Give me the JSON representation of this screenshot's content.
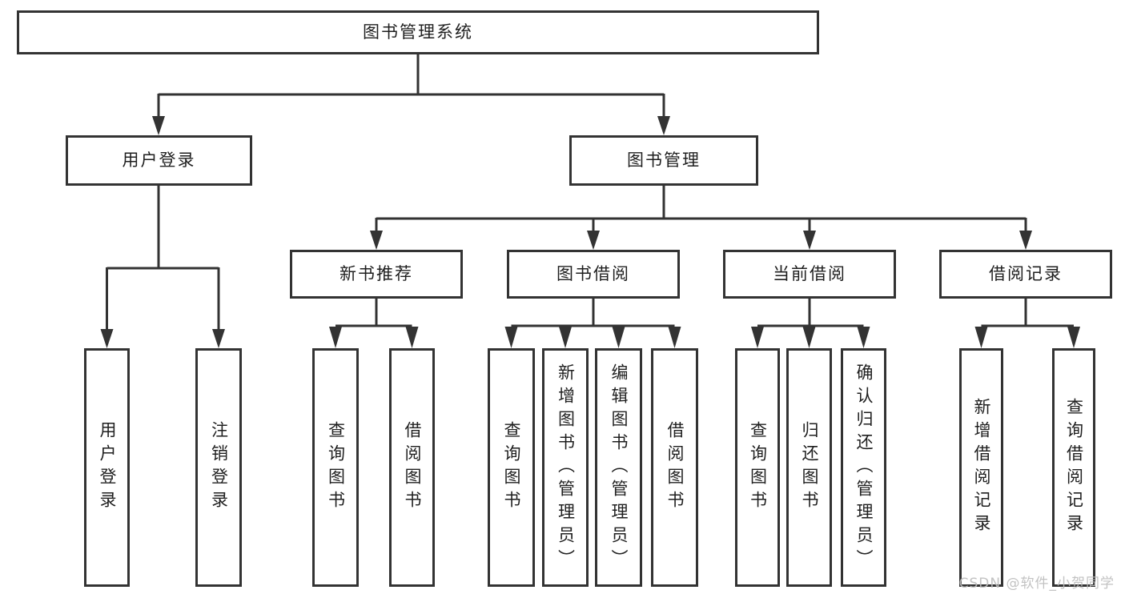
{
  "tree": {
    "label": "图书管理系统",
    "children": [
      {
        "label": "用户登录",
        "children": [
          {
            "label": "用户登录"
          },
          {
            "label": "注销登录"
          }
        ]
      },
      {
        "label": "图书管理",
        "children": [
          {
            "label": "新书推荐",
            "children": [
              {
                "label": "查询图书"
              },
              {
                "label": "借阅图书"
              }
            ]
          },
          {
            "label": "图书借阅",
            "children": [
              {
                "label": "查询图书"
              },
              {
                "label": "新增图书（管理员）"
              },
              {
                "label": "编辑图书（管理员）"
              },
              {
                "label": "借阅图书"
              }
            ]
          },
          {
            "label": "当前借阅",
            "children": [
              {
                "label": "查询图书"
              },
              {
                "label": "归还图书"
              },
              {
                "label": "确认归还（管理员）"
              }
            ]
          },
          {
            "label": "借阅记录",
            "children": [
              {
                "label": "新增借阅记录"
              },
              {
                "label": "查询借阅记录"
              }
            ]
          }
        ]
      }
    ]
  },
  "watermark": "CSDN @软件_小贺同学",
  "colors": {
    "line": "#333333",
    "box_border": "#333333",
    "text": "#1f1f1f",
    "watermark": "#bdbdbd",
    "background": "#ffffff"
  }
}
